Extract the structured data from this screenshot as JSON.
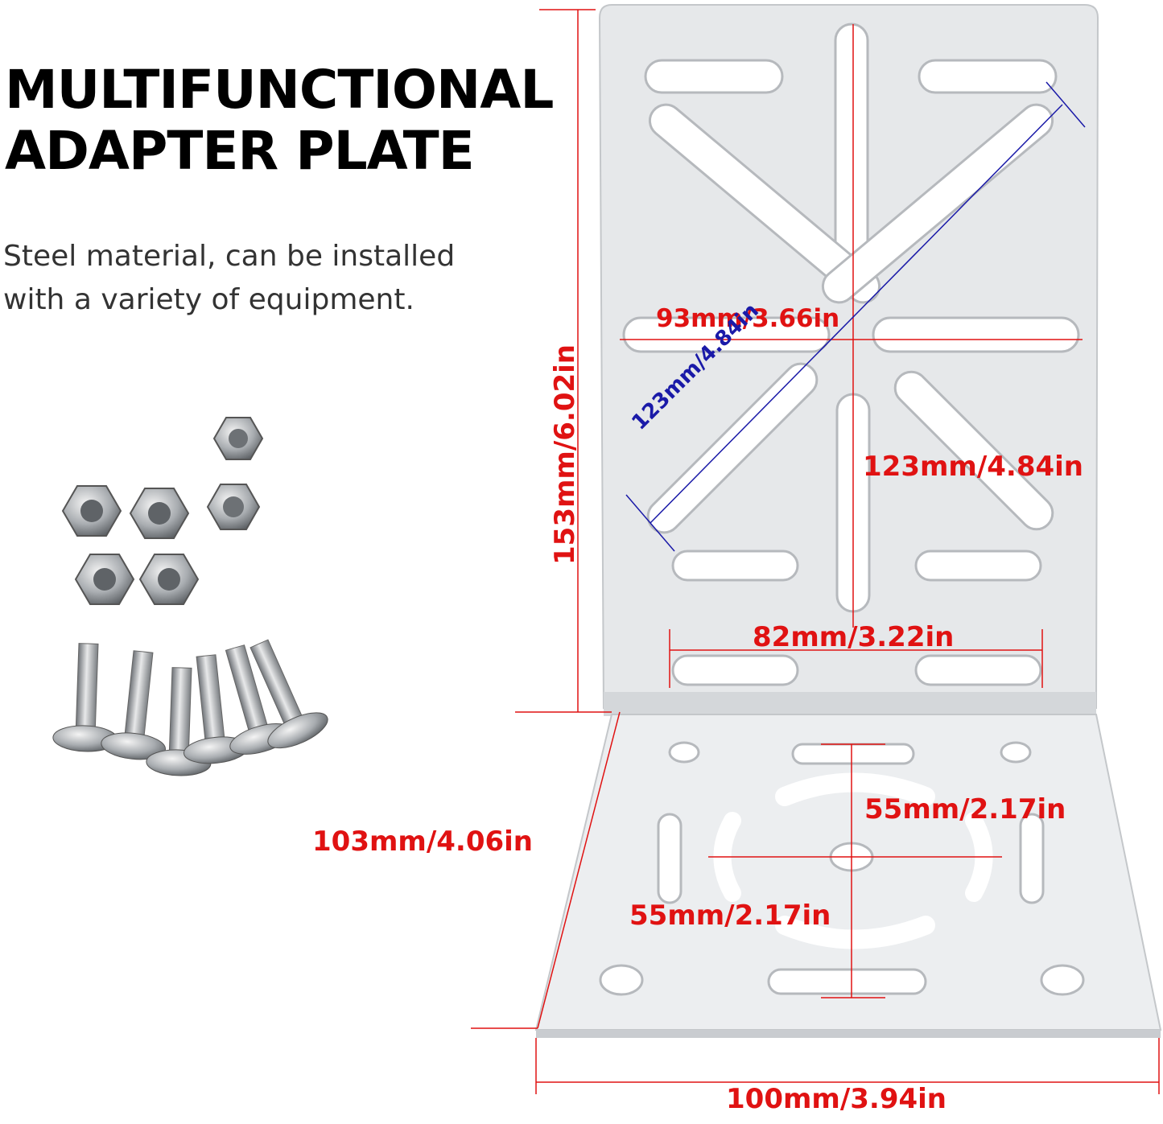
{
  "heading": {
    "line1": "MULTIFUNCTIONAL",
    "line2": "ADAPTER PLATE"
  },
  "description": {
    "line1": "Steel material, can be installed",
    "line2": "with a variety of equipment."
  },
  "dimensions": {
    "height": "153mm/6.02in",
    "top_slot_span": "93mm/3.66in",
    "diagonal": "123mm/4.84in",
    "vertical_slot_span": "123mm/4.84in",
    "lower_slot_span": "82mm/3.22in",
    "depth": "103mm/4.06in",
    "base_vertical": "55mm/2.17in",
    "base_horizontal": "55mm/2.17in",
    "width": "100mm/3.94in"
  },
  "colors": {
    "dimension_red": "#e01212",
    "dimension_blue": "#1a1aa8",
    "plate": "#e6e8ea"
  }
}
